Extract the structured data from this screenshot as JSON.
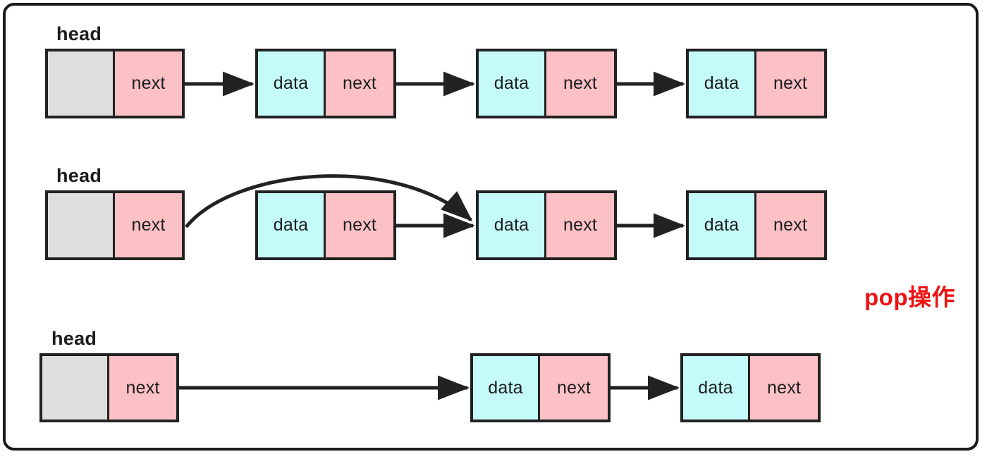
{
  "diagram": {
    "title_caption": "pop操作",
    "caption_color": "#ee1212",
    "colors": {
      "data_cell": "#c4fbf9",
      "next_cell": "#fcc1c5",
      "empty_cell": "#dedede",
      "stroke": "#222222",
      "frame": "#1a1a1a",
      "background": "#ffffff"
    },
    "labels": {
      "head": "head",
      "data": "data",
      "next": "next"
    },
    "rows": [
      {
        "id": "row-before",
        "head_label": "head",
        "head_node": {
          "left_cell": "",
          "right_cell": "next"
        },
        "nodes": [
          {
            "left_cell": "data",
            "right_cell": "next"
          },
          {
            "left_cell": "data",
            "right_cell": "next"
          },
          {
            "left_cell": "data",
            "right_cell": "next"
          }
        ],
        "arrows": 3,
        "curved_arrow": false
      },
      {
        "id": "row-relink",
        "head_label": "head",
        "head_node": {
          "left_cell": "",
          "right_cell": "next"
        },
        "nodes": [
          {
            "left_cell": "data",
            "right_cell": "next"
          },
          {
            "left_cell": "data",
            "right_cell": "next"
          },
          {
            "left_cell": "data",
            "right_cell": "next"
          }
        ],
        "arrows": 2,
        "curved_arrow": true
      },
      {
        "id": "row-after",
        "head_label": "head",
        "head_node": {
          "left_cell": "",
          "right_cell": "next"
        },
        "nodes": [
          {
            "left_cell": "data",
            "right_cell": "next"
          },
          {
            "left_cell": "data",
            "right_cell": "next"
          }
        ],
        "arrows": 2,
        "curved_arrow": false
      }
    ]
  }
}
